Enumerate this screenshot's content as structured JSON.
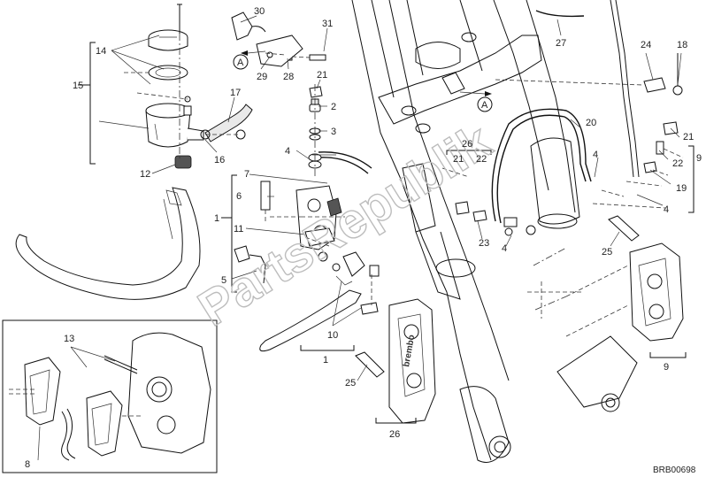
{
  "watermark": "PartsRepublik",
  "drawing_code": "BRB00698",
  "labels": {
    "l1": "1",
    "l2": "2",
    "l3": "3",
    "l4a": "4",
    "l4b": "4",
    "l4c": "4",
    "l4d": "4",
    "l5": "5",
    "l6": "6",
    "l7": "7",
    "l8": "8",
    "l9a": "9",
    "l9b": "9",
    "l10": "10",
    "l11": "11",
    "l12": "12",
    "l13": "13",
    "l14": "14",
    "l15": "15",
    "l16": "16",
    "l17": "17",
    "l18": "18",
    "l19": "19",
    "l20": "20",
    "l21a": "21",
    "l21b": "21",
    "l21c": "21",
    "l22a": "22",
    "l22b": "22",
    "l23": "23",
    "l24": "24",
    "l25a": "25",
    "l25b": "25",
    "l26a": "26",
    "l26b": "26",
    "l27": "27",
    "l28": "28",
    "l29": "29",
    "l30": "30",
    "l31": "31"
  },
  "circle_markers": {
    "a1": "A",
    "a2": "A"
  },
  "caliper_brand": "brembo",
  "icons": [
    "arrow-right-icon",
    "arrow-left-icon"
  ]
}
